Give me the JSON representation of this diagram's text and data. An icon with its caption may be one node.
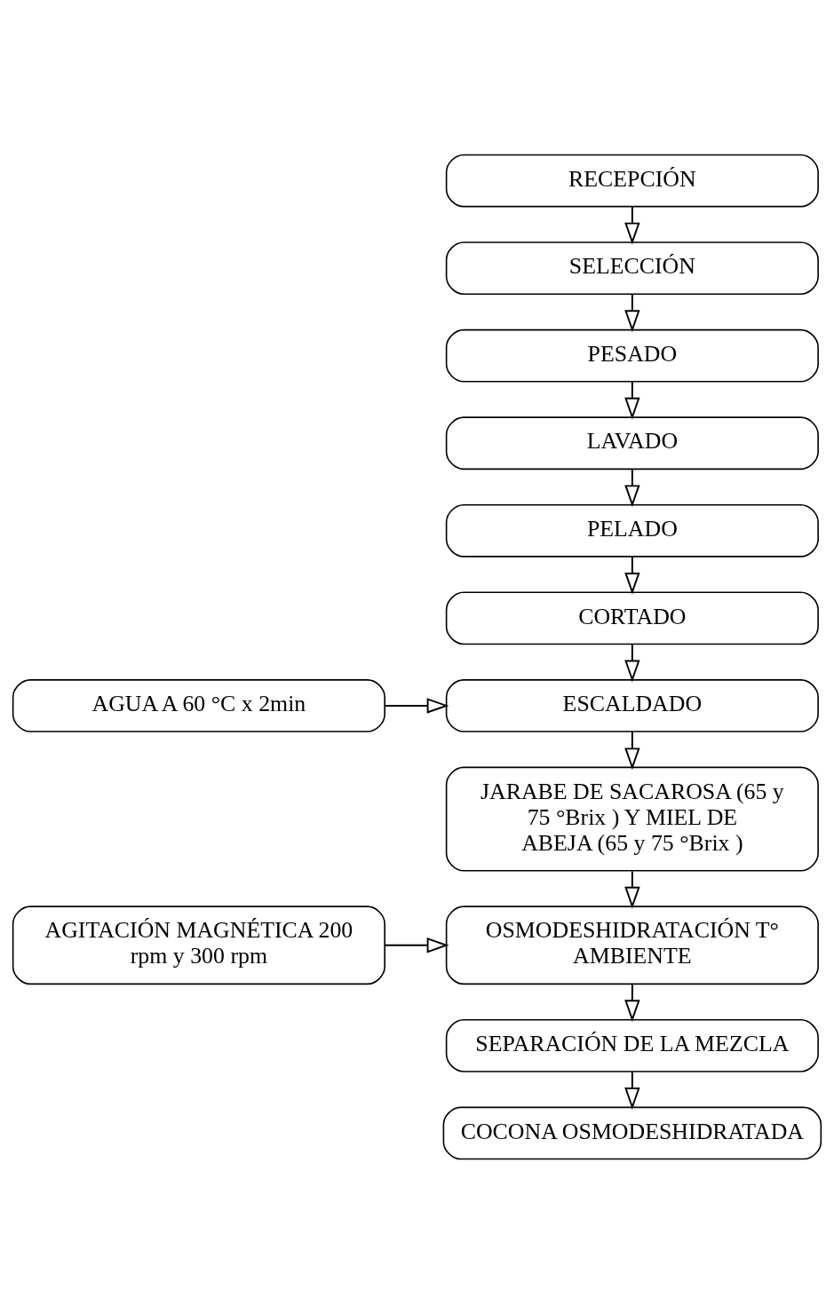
{
  "diagram": {
    "nodes": [
      {
        "text": [
          "RECEPCIÓN"
        ]
      },
      {
        "text": [
          "SELECCIÓN"
        ]
      },
      {
        "text": [
          "PESADO"
        ]
      },
      {
        "text": [
          "LAVADO"
        ]
      },
      {
        "text": [
          "PELADO"
        ]
      },
      {
        "text": [
          "CORTADO"
        ]
      },
      {
        "text": [
          "AGUA A 60 °C x 2min"
        ]
      },
      {
        "text": [
          "ESCALDADO"
        ]
      },
      {
        "text": [
          "JARABE DE SACAROSA (65 y 75 °Brix ) Y MIEL DE ABEJA (65 y 75 °Brix )"
        ]
      },
      {
        "text": [
          "AGITACIÓN MAGNÉTICA 200 rpm y 300 rpm"
        ]
      },
      {
        "text": [
          "OSMODESHIDRATACIÓN T° AMBIENTE"
        ]
      },
      {
        "text": [
          "SEPARACIÓN DE LA MEZCLA"
        ]
      },
      {
        "text": [
          "COCONA OSMODESHIDRATADA"
        ]
      }
    ],
    "edges": [
      {
        "from": 0,
        "to": 1,
        "arrow": "to"
      },
      {
        "from": 1,
        "to": 2,
        "arrow": "to"
      },
      {
        "from": 2,
        "to": 3,
        "arrow": "to"
      },
      {
        "from": 3,
        "to": 4,
        "arrow": "to"
      },
      {
        "from": 4,
        "to": 5,
        "arrow": "to"
      },
      {
        "from": 5,
        "to": 7,
        "arrow": "to"
      },
      {
        "from": 6,
        "to": 7,
        "arrow": "to"
      },
      {
        "from": 7,
        "to": 8,
        "arrow": "to"
      },
      {
        "from": 8,
        "to": 10,
        "arrow": "to"
      },
      {
        "from": 9,
        "to": 10,
        "arrow": "to"
      },
      {
        "from": 10,
        "to": 11,
        "arrow": "to"
      },
      {
        "from": 11,
        "to": 12,
        "arrow": "to"
      }
    ]
  }
}
